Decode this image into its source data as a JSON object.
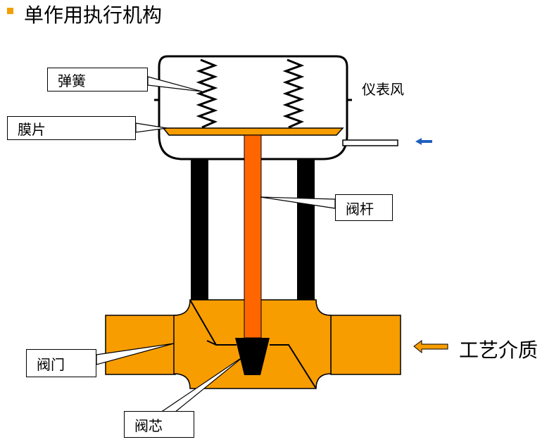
{
  "title": "单作用执行机构",
  "labels": {
    "spring": "弹簧",
    "diaphragm": "膜片",
    "instrument_air": "仪表风",
    "stem": "阀杆",
    "valve": "阀门",
    "plug": "阀芯",
    "process_medium": "工艺介质"
  },
  "colors": {
    "orange_body": "#f79d00",
    "stem_orange": "#ff6600",
    "bullet": "#f29f00",
    "blue_arrow": "#1f5fbf",
    "orange_arrow": "#f79d00"
  }
}
